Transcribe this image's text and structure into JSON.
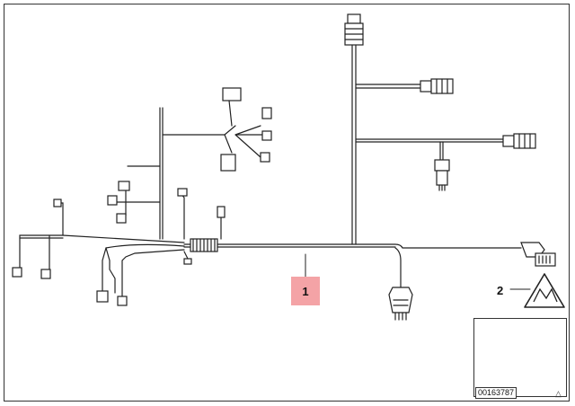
{
  "callouts": {
    "main_harness": "1",
    "warning_label": "2"
  },
  "document_number": "00163787",
  "colors": {
    "line": "#222222",
    "highlight": "#f4a3a6"
  },
  "icons": {
    "warning_label": "warning-triangle-icon",
    "vehicle": "car-outline-icon"
  }
}
